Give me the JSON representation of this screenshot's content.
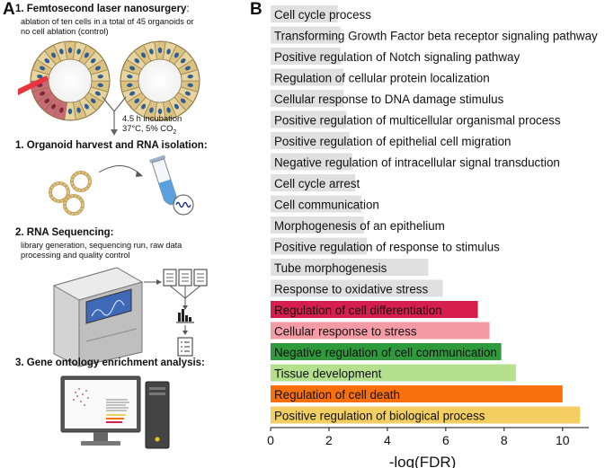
{
  "panel_a": {
    "letter": "A",
    "step1": {
      "title": "1. Femtosecond laser nanosurgery",
      "title_suffix": ":",
      "line1": "ablation of ten cells in a total of 45 organoids or",
      "line2": "no cell ablation (control)"
    },
    "incubation": {
      "line1": "4.5 h incubation",
      "line2": "37°C, 5% CO",
      "sub2": "2"
    },
    "step2": {
      "title": "1. Organoid harvest and RNA isolation:"
    },
    "step3": {
      "title": "2. RNA Sequencing:",
      "line1": "library generation, sequencing run, raw data",
      "line2": "processing and quality control"
    },
    "step4": {
      "title": "3. Gene ontology enrichment analysis:"
    }
  },
  "panel_b": {
    "letter": "B"
  },
  "chart_data": {
    "type": "bar",
    "orientation": "horizontal",
    "xlabel": "-log(FDR)",
    "xlim": [
      0,
      10.9
    ],
    "xticks": [
      0,
      2,
      4,
      6,
      8,
      10
    ],
    "grid": false,
    "categories": [
      "Cell cycle process",
      "Transforming Growth Factor beta receptor signaling pathway",
      "Positive regulation of Notch signaling pathway",
      "Regulation of cellular protein localization",
      "Cellular response to DNA damage stimulus",
      "Positive regulation of multicellular organismal process",
      "Positive regulation of epithelial cell migration",
      "Negative regulation of intracellular signal transduction",
      "Cell cycle arrest",
      "Cell communication",
      "Morphogenesis of an epithelium",
      "Positive regulation of response to stimulus",
      "Tube morphogenesis",
      "Response to oxidative stress",
      "Regulation of cell differentiation",
      "Cellular response to stress",
      "Negative regulation of cell communication",
      "Tissue development",
      "Regulation of cell death",
      "Positive regulation of biological process"
    ],
    "values": [
      2.3,
      2.4,
      2.4,
      2.5,
      2.5,
      2.6,
      2.7,
      2.8,
      2.9,
      3.1,
      3.2,
      3.3,
      5.4,
      5.9,
      7.1,
      7.5,
      7.9,
      8.4,
      10.0,
      10.6
    ],
    "colors": [
      "#e0e0e0",
      "#e0e0e0",
      "#e0e0e0",
      "#e0e0e0",
      "#e0e0e0",
      "#e0e0e0",
      "#e0e0e0",
      "#e0e0e0",
      "#e0e0e0",
      "#e0e0e0",
      "#e0e0e0",
      "#e0e0e0",
      "#e0e0e0",
      "#e0e0e0",
      "#d61f4e",
      "#f59ba6",
      "#2e9a3c",
      "#b5e08e",
      "#f8700e",
      "#f2cf60"
    ]
  }
}
